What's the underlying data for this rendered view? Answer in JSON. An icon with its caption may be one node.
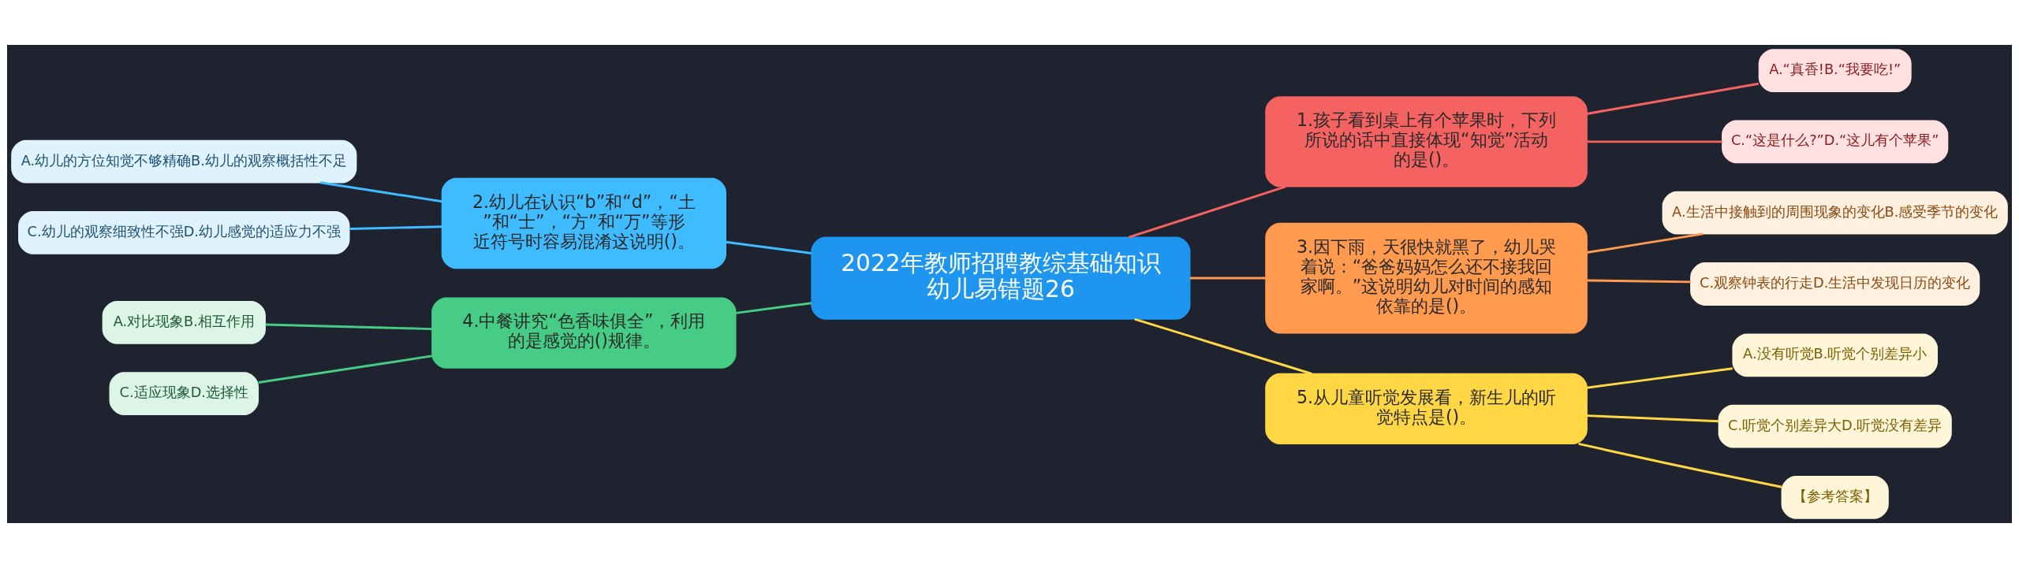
{
  "diagram": {
    "nodes": [
      {
        "text": [
          "2022年教师招聘教综基础知识幼儿易错题26"
        ]
      },
      {
        "text": [
          "1.孩子看到桌上有个苹果时，下列所说的话中直接体现“知觉”活动的是()。"
        ]
      },
      {
        "text": [
          "A.“真香!B.“我要吃!”"
        ]
      },
      {
        "text": [
          "C.“这是什么?”D.“这儿有个苹果”"
        ]
      },
      {
        "text": [
          "2.幼儿在认识“b”和“d”，“土”和“士”，“方”和“万”等形近符号时容易混淆这说明()。"
        ]
      },
      {
        "text": [
          "A.幼儿的方位知觉不够精确B.幼儿的观察概括性不足"
        ]
      },
      {
        "text": [
          "C.幼儿的观察细致性不强D.幼儿感觉的适应力不强"
        ]
      },
      {
        "text": [
          "3.因下雨，天很快就黑了，幼儿哭着说：“爸爸妈妈怎么还不接我回家啊。”这说明幼儿对时间的感知依靠的是()。"
        ]
      },
      {
        "text": [
          "A.生活中接触到的周围现象的变化B.感受季节的变化"
        ]
      },
      {
        "text": [
          "C.观察钟表的行走D.生活中发现日历的变化"
        ]
      },
      {
        "text": [
          "4.中餐讲究“色香味俱全”，利用的是感觉的()规律。"
        ]
      },
      {
        "text": [
          "A.对比现象B.相互作用"
        ]
      },
      {
        "text": [
          "C.适应现象D.选择性"
        ]
      },
      {
        "text": [
          "5.从儿童听觉发展看，新生儿的听觉特点是()。"
        ]
      },
      {
        "text": [
          "A.没有听觉B.听觉个别差异小"
        ]
      },
      {
        "text": [
          "C.听觉个别差异大D.听觉没有差异"
        ]
      },
      {
        "text": [
          "【参考答案】"
        ]
      }
    ],
    "edges": [
      {
        "from": 0,
        "to": 1,
        "arrow": "none",
        "color": "#f56262"
      },
      {
        "from": 1,
        "to": 2,
        "arrow": "none",
        "color": "#f56262"
      },
      {
        "from": 1,
        "to": 3,
        "arrow": "none",
        "color": "#f56262"
      },
      {
        "from": 0,
        "to": 4,
        "arrow": "none",
        "color": "#3fbcff"
      },
      {
        "from": 4,
        "to": 5,
        "arrow": "none",
        "color": "#3fbcff"
      },
      {
        "from": 4,
        "to": 6,
        "arrow": "none",
        "color": "#3fbcff"
      },
      {
        "from": 0,
        "to": 7,
        "arrow": "none",
        "color": "#ff9a4f"
      },
      {
        "from": 7,
        "to": 8,
        "arrow": "none",
        "color": "#ff9a4f"
      },
      {
        "from": 7,
        "to": 9,
        "arrow": "none",
        "color": "#ff9a4f"
      },
      {
        "from": 0,
        "to": 10,
        "arrow": "none",
        "color": "#46cc84"
      },
      {
        "from": 10,
        "to": 11,
        "arrow": "none",
        "color": "#46cc84"
      },
      {
        "from": 10,
        "to": 12,
        "arrow": "none",
        "color": "#46cc84"
      },
      {
        "from": 0,
        "to": 13,
        "arrow": "none",
        "color": "#ffd745"
      },
      {
        "from": 13,
        "to": 14,
        "arrow": "none",
        "color": "#ffd745"
      },
      {
        "from": 13,
        "to": 15,
        "arrow": "none",
        "color": "#ffd745"
      },
      {
        "from": 13,
        "to": 16,
        "arrow": "none",
        "color": "#ffd745"
      }
    ]
  }
}
